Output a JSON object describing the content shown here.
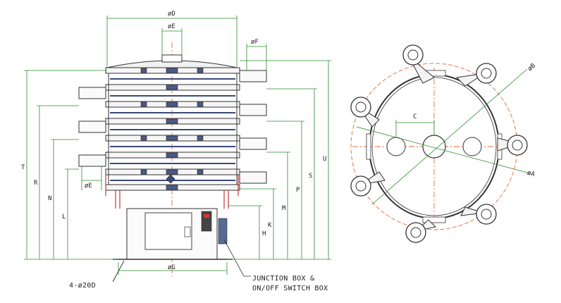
{
  "front_view": {
    "dims": {
      "D": "øD",
      "E_top": "øE",
      "F": "øF",
      "G": "øG",
      "E_side": "øE",
      "T": "T",
      "R": "R",
      "N": "N",
      "L": "L",
      "H": "H",
      "K": "K",
      "M": "M",
      "P": "P",
      "S": "S",
      "U": "U"
    },
    "anchor_note": "4-ø20D",
    "junction_note_line1": "JUNCTION BOX &",
    "junction_note_line2": "ON/OFF SWITCH BOX"
  },
  "plan_view": {
    "dims": {
      "C": "C",
      "B": "øB",
      "A": "øA"
    }
  },
  "colors": {
    "outline": "#333333",
    "dimension": "#2e8b2e",
    "centerline": "#e06a3a",
    "deck": "#3a4a78",
    "motor": "#cc3333"
  }
}
